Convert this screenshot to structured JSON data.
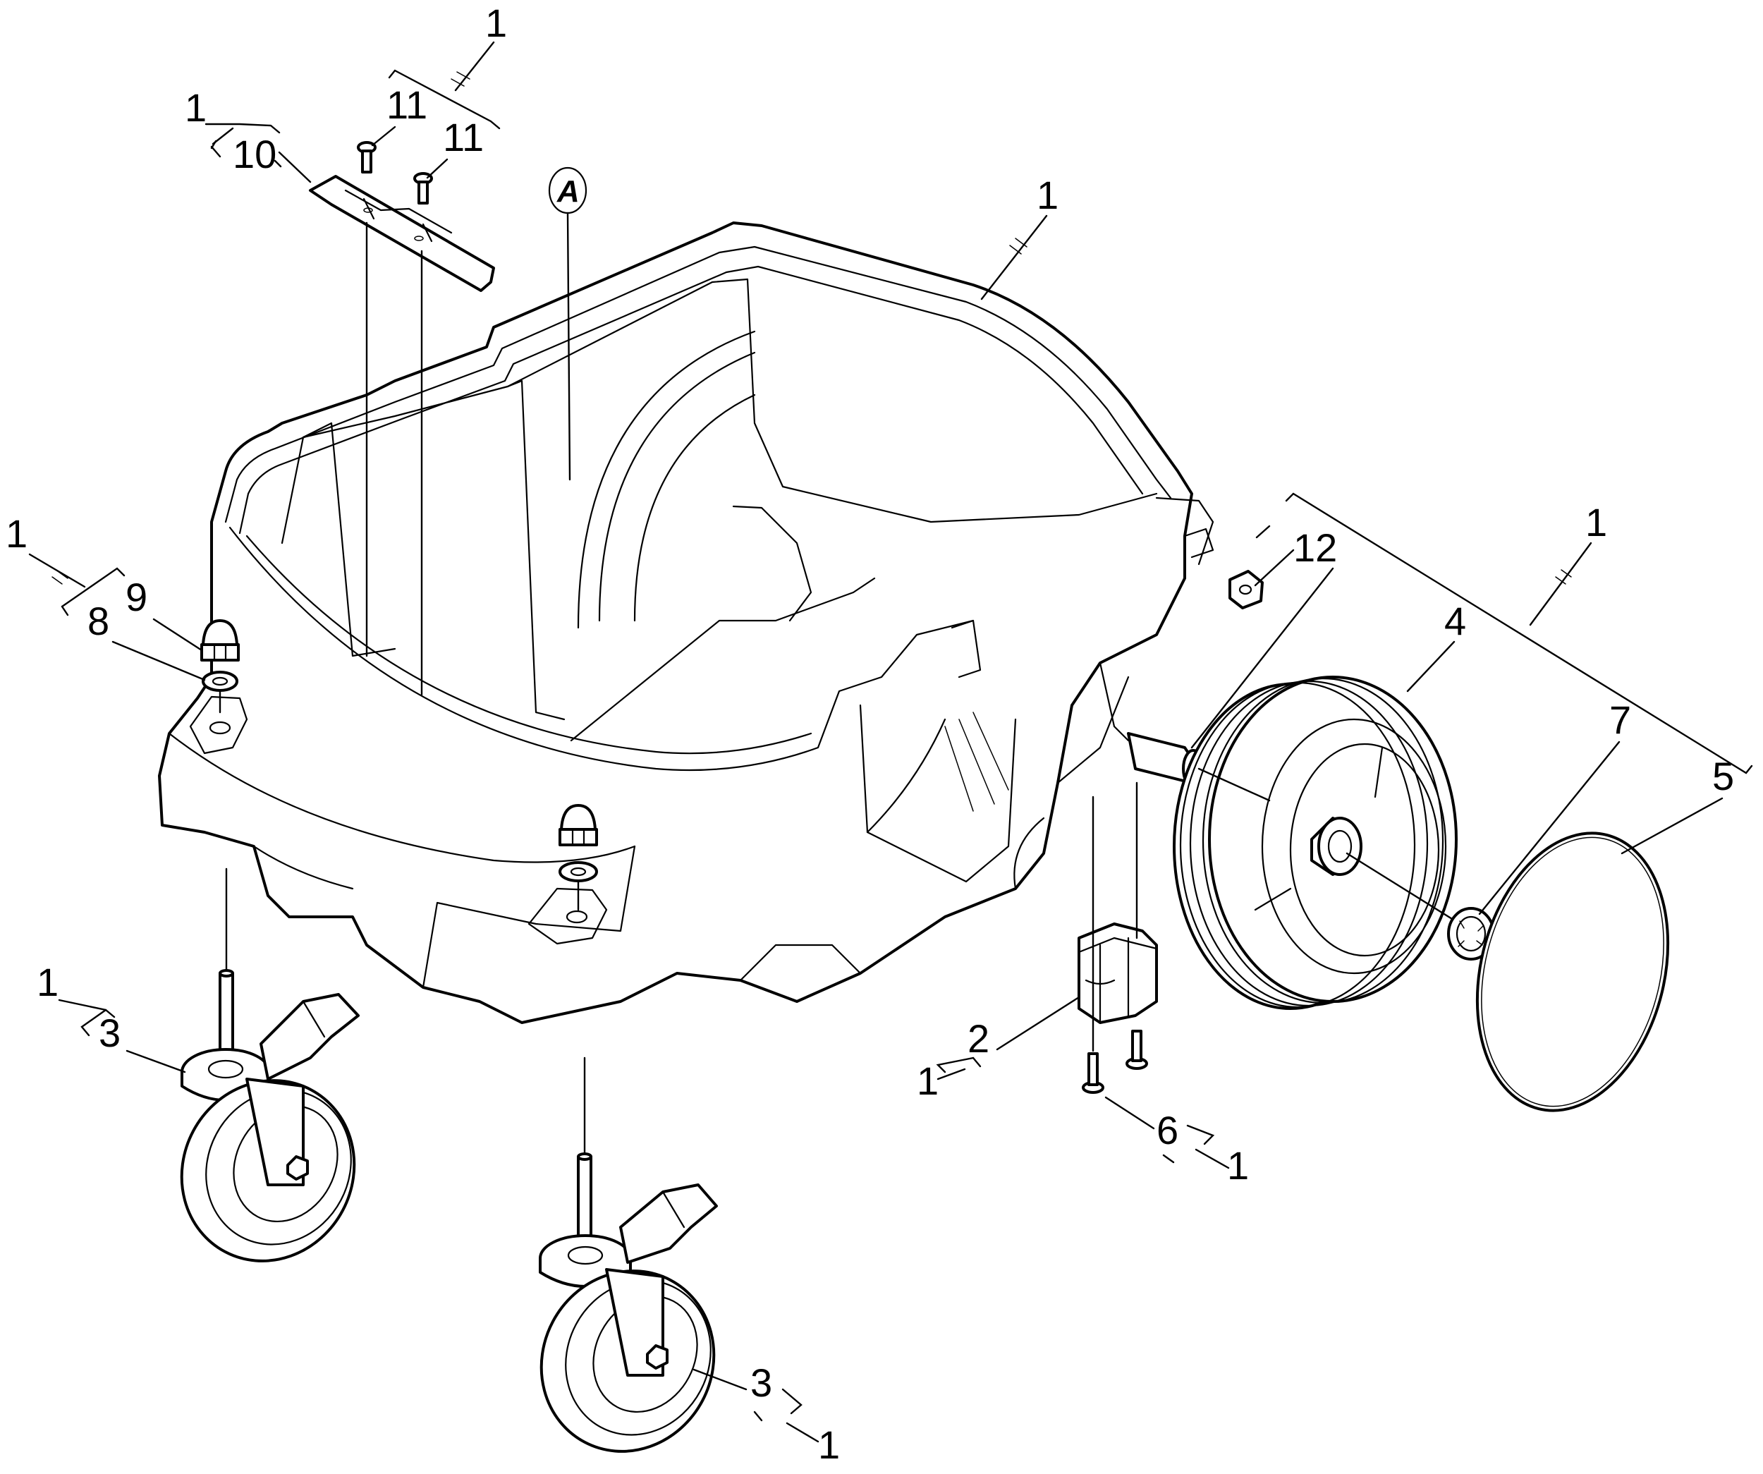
{
  "diagram": {
    "ref_letter": "A",
    "callouts": {
      "qty_11_group": "1",
      "qty_10": "1",
      "part_10": "10",
      "part_11_left": "11",
      "part_11_right": "11",
      "qty_container": "1",
      "qty_8_9": "1",
      "part_9": "9",
      "part_8": "8",
      "qty_wheel_group": "1",
      "part_12": "12",
      "part_4": "4",
      "part_7": "7",
      "part_5": "5",
      "qty_3_left": "1",
      "part_3_left": "3",
      "part_2": "2",
      "qty_2": "1",
      "part_6": "6",
      "qty_6": "1",
      "part_3_right": "3",
      "qty_3_right": "1"
    }
  }
}
